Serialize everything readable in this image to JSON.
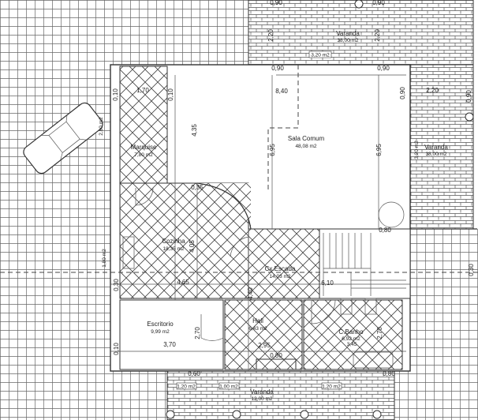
{
  "plan": {
    "rooms": {
      "varanda_top": {
        "name": "Varanda",
        "area": "38,00 m2"
      },
      "sala_comum": {
        "name": "Sala Comum",
        "area": "48,08 m2"
      },
      "varanda_right": {
        "name": "Varanda",
        "area": "38,00 m2"
      },
      "marquise": {
        "name": "Marquise",
        "area": "7,80 m2"
      },
      "cozinha": {
        "name": "Cozinha",
        "area": "18,35 m2"
      },
      "cx_escada": {
        "name": "Cx.Escada",
        "area": "14,03 m2"
      },
      "escritorio": {
        "name": "Escritorio",
        "area": "9,99 m2"
      },
      "hall": {
        "name": "Hall",
        "area": "6,43 m2"
      },
      "c_banho": {
        "name": "C.Banho",
        "area": "6,92 m2"
      },
      "varanda_bottom": {
        "name": "Varanda",
        "area": "12,00 m2"
      }
    },
    "boxed_areas": [
      "3,20 m2",
      "3,20 m2",
      "2,80 m2",
      "1,80 m2",
      "1,20 m2",
      "1,00 m2",
      "1,20 m2"
    ],
    "dimensions": [
      "0,90",
      "0,90",
      "2,20",
      "2,20",
      "0,90",
      "0,90",
      "8,40",
      "2,20",
      "0,90",
      "0,90",
      "6,95",
      "6,95",
      "1,70",
      "0,10",
      "0,10",
      "4,35",
      "0,35",
      "4,05",
      "0,30",
      "4,65",
      "6,10",
      "4,40",
      "0,80",
      "0,30",
      "3,70",
      "2,70",
      "0,10",
      "2,95",
      "0,80",
      "3,45",
      "2,70",
      "0,80",
      "0,60"
    ],
    "colors": {
      "line": "#333333",
      "paper": "#ffffff"
    }
  }
}
